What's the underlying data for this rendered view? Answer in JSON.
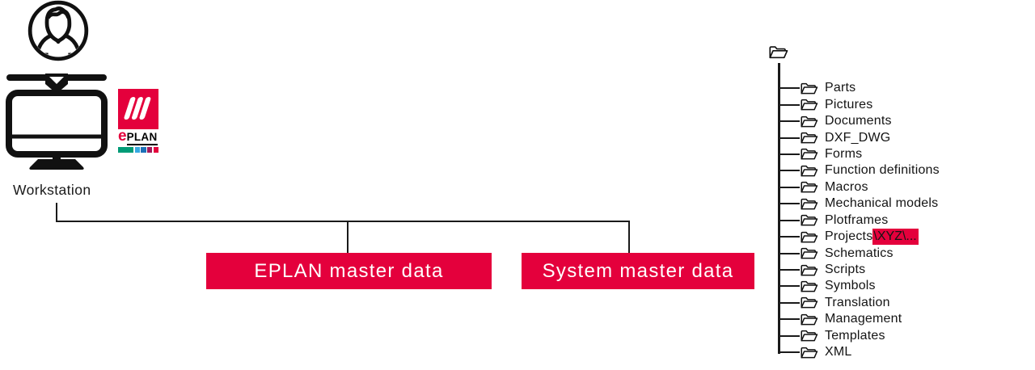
{
  "diagram": {
    "workstation_label": "Workstation",
    "eplan_logo": {
      "wordmark_e": "e",
      "wordmark_plan": "PLAN",
      "bar_colors": [
        "#009b77",
        "#36a9e1",
        "#1d71b8",
        "#a3195b",
        "#e4003c"
      ]
    },
    "boxes": [
      {
        "label": "EPLAN master data"
      },
      {
        "label": "System master data"
      }
    ],
    "tree": {
      "items": [
        {
          "label": "Parts"
        },
        {
          "label": "Pictures"
        },
        {
          "label": "Documents"
        },
        {
          "label": "DXF_DWG"
        },
        {
          "label": "Forms"
        },
        {
          "label": "Function definitions"
        },
        {
          "label": "Macros"
        },
        {
          "label": "Mechanical models"
        },
        {
          "label": "Plotframes"
        },
        {
          "label": "Projects",
          "highlight": "\\XYZ\\..."
        },
        {
          "label": "Schematics"
        },
        {
          "label": "Scripts"
        },
        {
          "label": "Symbols"
        },
        {
          "label": "Translation"
        },
        {
          "label": "Management"
        },
        {
          "label": "Templates"
        },
        {
          "label": "XML"
        }
      ]
    },
    "colors": {
      "accent": "#e4003c",
      "line": "#1a1a1a"
    }
  }
}
